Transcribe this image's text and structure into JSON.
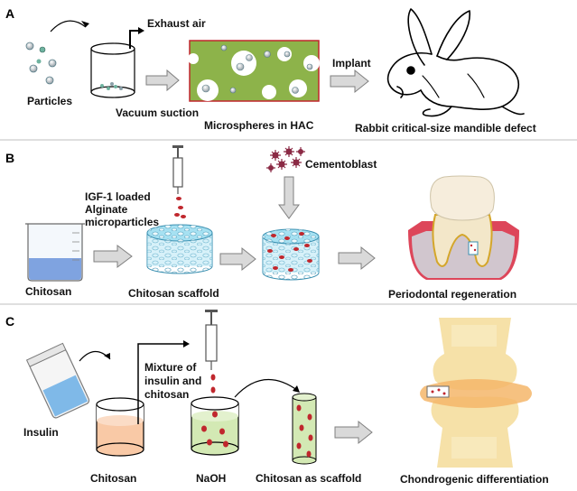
{
  "colors": {
    "hac_green": "#8db34a",
    "chitosan_blue": "#7fa3e0",
    "chitosan_peach": "#f9c9a6",
    "naoh_green": "#d3e9b4",
    "scaffold_cyan": "#a6e1f2",
    "red_drop": "#c0272d",
    "cementoblast": "#8b2a45",
    "bone": "#f6e1a8",
    "arrow_fill": "#d9d9d9",
    "arrow_stroke": "#7f7f7f"
  },
  "panels": {
    "A": {
      "letter": "A",
      "labels": {
        "exhaust": "Exhaust air",
        "particles": "Particles",
        "vacuum": "Vacuum suction",
        "implant": "Implant",
        "microspheres": "Microspheres in HAC",
        "rabbit": "Rabbit critical-size mandible defect"
      },
      "icons": [
        "particles-icon",
        "vacuum-beaker-icon",
        "hac-block-icon",
        "rabbit-icon"
      ]
    },
    "B": {
      "letter": "B",
      "labels": {
        "igf_line1": "IGF-1 loaded",
        "igf_line2": "Alginate",
        "igf_line3": "microparticles",
        "cementoblast": "Cementoblast",
        "chitosan": "Chitosan",
        "scaffold": "Chitosan scaffold",
        "periodontal": "Periodontal regeneration"
      },
      "icons": [
        "chitosan-beaker-icon",
        "syringe-icon",
        "porous-scaffold-icon",
        "cell-icon",
        "tooth-icon"
      ]
    },
    "C": {
      "letter": "C",
      "labels": {
        "mixture_line1": "Mixture of",
        "mixture_line2": "insulin and",
        "mixture_line3": "chitosan",
        "insulin": "Insulin",
        "chitosan": "Chitosan",
        "naoh": "NaOH",
        "scaffold": "Chitosan as scaffold",
        "chondro": "Chondrogenic differentiation"
      },
      "icons": [
        "insulin-bottle-icon",
        "chitosan-beaker-icon",
        "naoh-beaker-icon",
        "tube-scaffold-icon",
        "joint-icon"
      ]
    }
  }
}
